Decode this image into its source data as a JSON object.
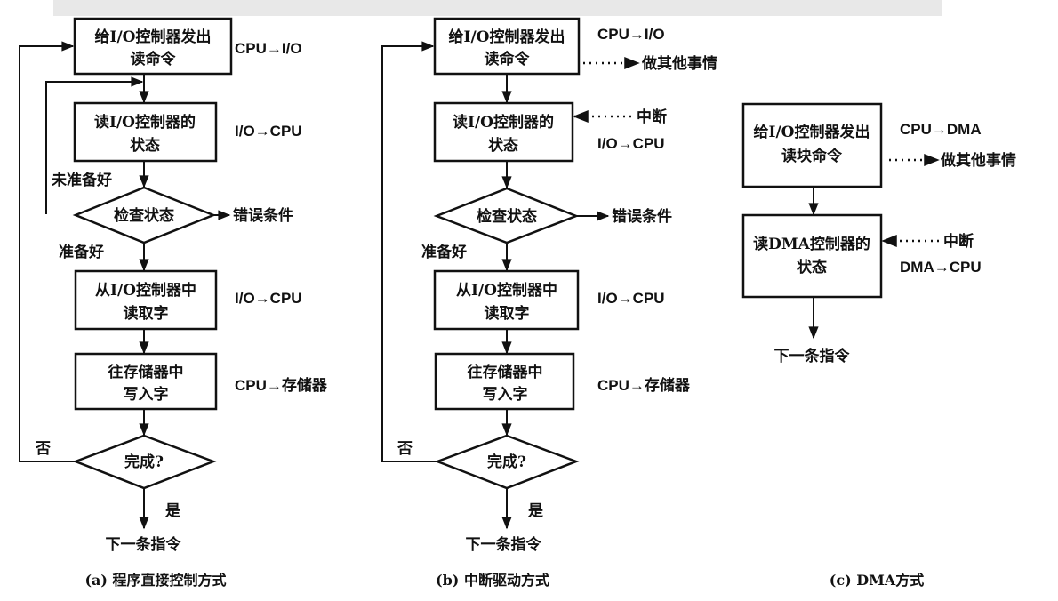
{
  "a": {
    "box1": [
      "给I/O控制器发出",
      "读命令"
    ],
    "box1_note": "CPU→I/O",
    "box2": [
      "读I/O控制器的",
      "状态"
    ],
    "box2_note": "I/O→CPU",
    "not_ready": "未准备好",
    "check": "检查状态",
    "error": "错误条件",
    "ready": "准备好",
    "box3": [
      "从I/O控制器中",
      "读取字"
    ],
    "box3_note": "I/O→CPU",
    "box4": [
      "往存储器中",
      "写入字"
    ],
    "box4_note": "CPU→存储器",
    "done": "完成?",
    "no": "否",
    "yes": "是",
    "next": "下一条指令",
    "caption": "(a) 程序直接控制方式"
  },
  "b": {
    "box1": [
      "给I/O控制器发出",
      "读命令"
    ],
    "box1_note": "CPU→I/O",
    "other": "做其他事情",
    "interrupt": "中断",
    "box2": [
      "读I/O控制器的",
      "状态"
    ],
    "box2_note": "I/O→CPU",
    "check": "检查状态",
    "error": "错误条件",
    "ready": "准备好",
    "box3": [
      "从I/O控制器中",
      "读取字"
    ],
    "box3_note": "I/O→CPU",
    "box4": [
      "往存储器中",
      "写入字"
    ],
    "box4_note": "CPU→存储器",
    "done": "完成?",
    "no": "否",
    "yes": "是",
    "next": "下一条指令",
    "caption": "(b) 中断驱动方式"
  },
  "c": {
    "box1": [
      "给I/O控制器发出",
      "读块命令"
    ],
    "box1_note": "CPU→DMA",
    "other": "做其他事情",
    "box2": [
      "读DMA控制器的",
      "状态"
    ],
    "interrupt": "中断",
    "box2_note": "DMA→CPU",
    "next": "下一条指令",
    "caption": "(c) DMA方式"
  }
}
